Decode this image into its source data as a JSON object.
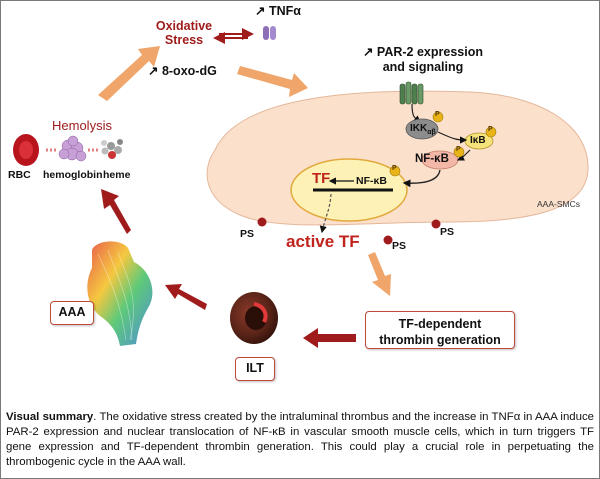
{
  "diagram": {
    "oxidative_stress": "Oxidative\nStress",
    "tnf": "↗ TNFα",
    "oxo": "↗ 8-oxo-dG",
    "par2": "↗ PAR-2 expression\nand signaling",
    "hemolysis": "Hemolysis",
    "rbc": "RBC",
    "hemoglobin": "hemoglobin",
    "heme": "heme",
    "ikk": "IKK",
    "ikk_sub": "αβ",
    "ikb": "IκB",
    "nfkb_cytoplasm": "NF-κB",
    "nfkb_nucleus": "NF-κB",
    "tf_gene": "TF",
    "active_tf": "active TF",
    "ps_1": "PS",
    "ps_2": "PS",
    "ps_3": "PS",
    "cell_label": "AAA-SMCs",
    "thrombin_box": "TF-dependent\nthrombin generation",
    "ilt_box": "ILT",
    "aaa_box": "AAA",
    "phospho": "P"
  },
  "caption": {
    "title": "Visual summary",
    "text": ". The oxidative stress created by the intraluminal thrombus and the increase in TNFα in AAA induce PAR-2 expression and nuclear translocation of NF-κB in vascular smooth muscle cells, which in turn triggers TF gene expression and TF-dependent thrombin generation. This could play a crucial role in perpetuating the thrombogenic cycle in the AAA wall."
  },
  "colors": {
    "dark_red": "#a01c1c",
    "orange_arrow": "#f0a56a",
    "cell_fill": "#fbe0cc",
    "nucleus_fill": "#fdf1b5",
    "nucleus_border": "#e2a93c",
    "ikk_gray": "#8c8c8c",
    "ikb_yellow": "#f6e27a",
    "nfkb_pink": "#f2b7a6",
    "phospho_gold": "#e8b417"
  }
}
